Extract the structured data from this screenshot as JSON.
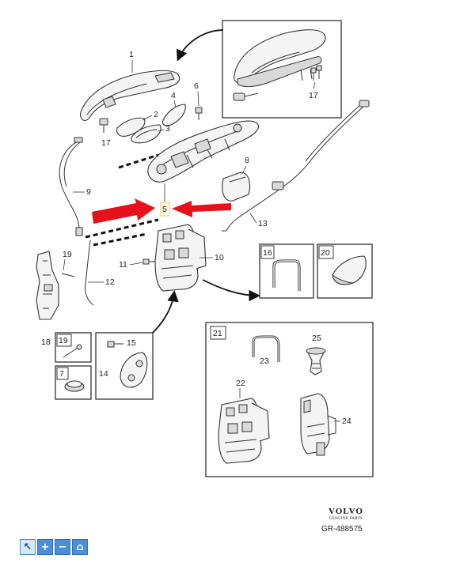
{
  "callouts": {
    "c1": "1",
    "c2": "2",
    "c3": "3",
    "c4": "4",
    "c5": "5",
    "c6": "6",
    "c7": "7",
    "c8": "8",
    "c9": "9",
    "c10": "10",
    "c11": "11",
    "c12": "12",
    "c13": "13",
    "c14": "14",
    "c15": "15",
    "c16": "16",
    "c17a": "17",
    "c17b": "17",
    "c18": "18",
    "c19a": "19",
    "c19b": "19",
    "c20": "20",
    "c21": "21",
    "c22": "22",
    "c23": "23",
    "c24": "24",
    "c25": "25"
  },
  "brand": {
    "name": "VOLVO",
    "sub": "GENUINE PARTS"
  },
  "reference": "GR-488575",
  "toolbar": {
    "select_glyph": "↖",
    "zoom_in_glyph": "+",
    "zoom_out_glyph": "−",
    "home_glyph": "⌂"
  },
  "colors": {
    "arrow": "#e8101a",
    "toolbar": "#4c8fd6",
    "highlight": "#f2c76b"
  },
  "icons": [
    "pointer-icon",
    "zoom-in-icon",
    "zoom-out-icon",
    "home-icon"
  ]
}
